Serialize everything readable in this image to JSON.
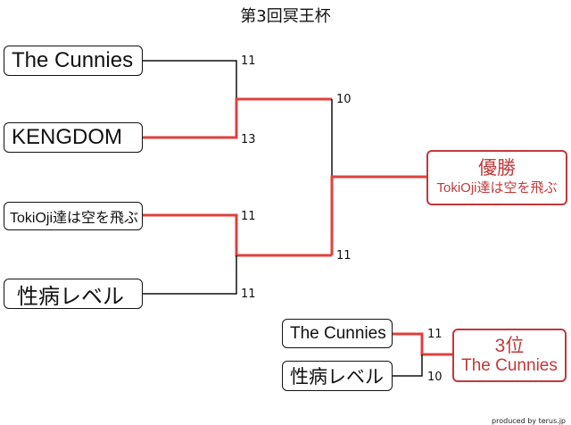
{
  "title": "第3回冥王杯",
  "teams": {
    "t1": "The Cunnies",
    "t2": "KENGDOM",
    "t3": "TokiOji達は空を飛ぶ",
    "t4": "性病レベル",
    "t5": "The Cunnies",
    "t6": "性病レベル"
  },
  "scores": {
    "r1_top": "11",
    "r1_bottom": "13",
    "r1b_top": "11",
    "r1b_bottom": "11",
    "final_top": "10",
    "final_bottom": "11",
    "third_top": "11",
    "third_bottom": "10"
  },
  "champion": {
    "label": "優勝",
    "name": "TokiOji達は空を飛ぶ"
  },
  "third_place": {
    "label": "3位",
    "name": "The Cunnies"
  },
  "credit": "produced by terus.jp",
  "colors": {
    "winner_line": "#e0403c",
    "line": "#111111"
  }
}
